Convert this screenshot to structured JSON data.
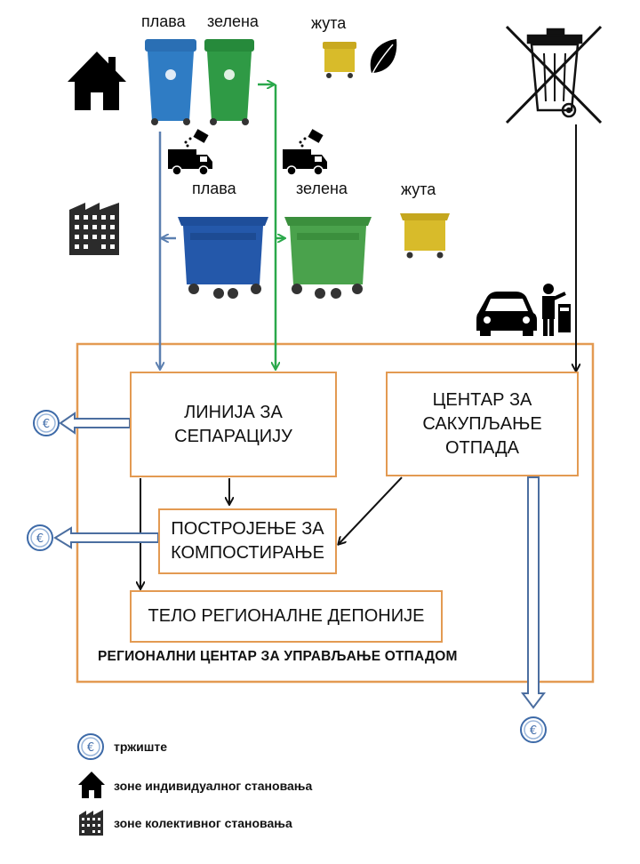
{
  "bins_top": {
    "blue_label": "плава",
    "green_label": "зелена",
    "yellow_label": "жута"
  },
  "bins_mid": {
    "blue_label": "плава",
    "green_label": "зелена",
    "yellow_label": "жута"
  },
  "boxes": {
    "separation": "ЛИНИЈА ЗА\nСЕПАРАЦИЈУ",
    "collection_center": "ЦЕНТАР ЗА\nСАКУПЉАЊЕ\nОТПАДА",
    "composting": "ПОСТРОЈЕЊЕ ЗА\nКОМПОСТИРАЊЕ",
    "landfill": "ТЕЛО РЕГИОНАЛНЕ ДЕПОНИЈЕ"
  },
  "regional_center_label": "РЕГИОНАЛНИ ЦЕНТАР ЗА УПРАВЉАЊЕ ОТПАДОМ",
  "legend": {
    "market": "тржиште",
    "individual": "зоне индивидуалног становања",
    "collective": "зоне колективног становања"
  },
  "colors": {
    "blue_flow": "#5b7fb0",
    "green_flow": "#2aa84a",
    "box_border": "#e39a52",
    "euro": "#3d6aa8",
    "blue_bin": "#2f7cc4",
    "green_bin": "#2f9a45",
    "yellow_bin": "#d8bb2a"
  },
  "icons": {
    "house": "house-icon",
    "building": "apartment-building-icon",
    "leaf": "leaf-icon",
    "truck": "garbage-truck-icon",
    "crossed_bin": "crossed-out-bin-icon",
    "car": "car-icon",
    "person": "person-with-bin-icon",
    "euro": "euro-icon"
  }
}
